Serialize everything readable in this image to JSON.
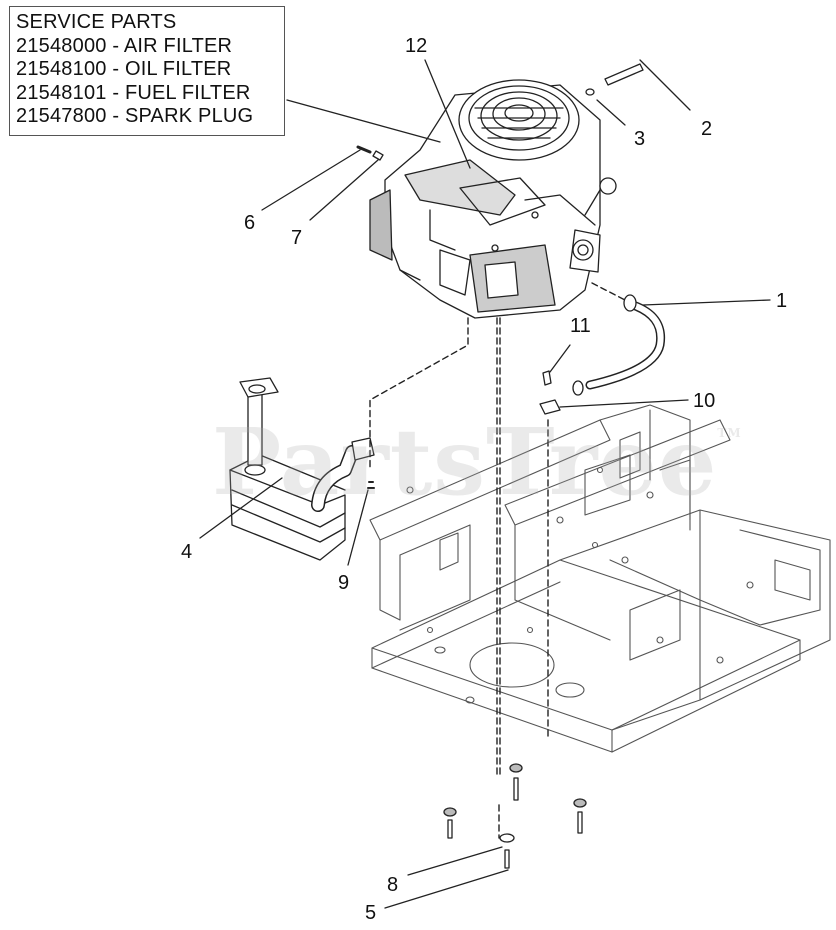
{
  "service_parts": {
    "title": "SERVICE PARTS",
    "items": [
      "21548000 - AIR FILTER",
      "21548100 - OIL FILTER",
      "21548101 - FUEL FILTER",
      "21547800 - SPARK PLUG"
    ]
  },
  "watermark": {
    "text": "PartsTree",
    "mark": "TM"
  },
  "callouts": [
    "1",
    "2",
    "3",
    "4",
    "5",
    "6",
    "7",
    "8",
    "9",
    "10",
    "11",
    "12"
  ]
}
